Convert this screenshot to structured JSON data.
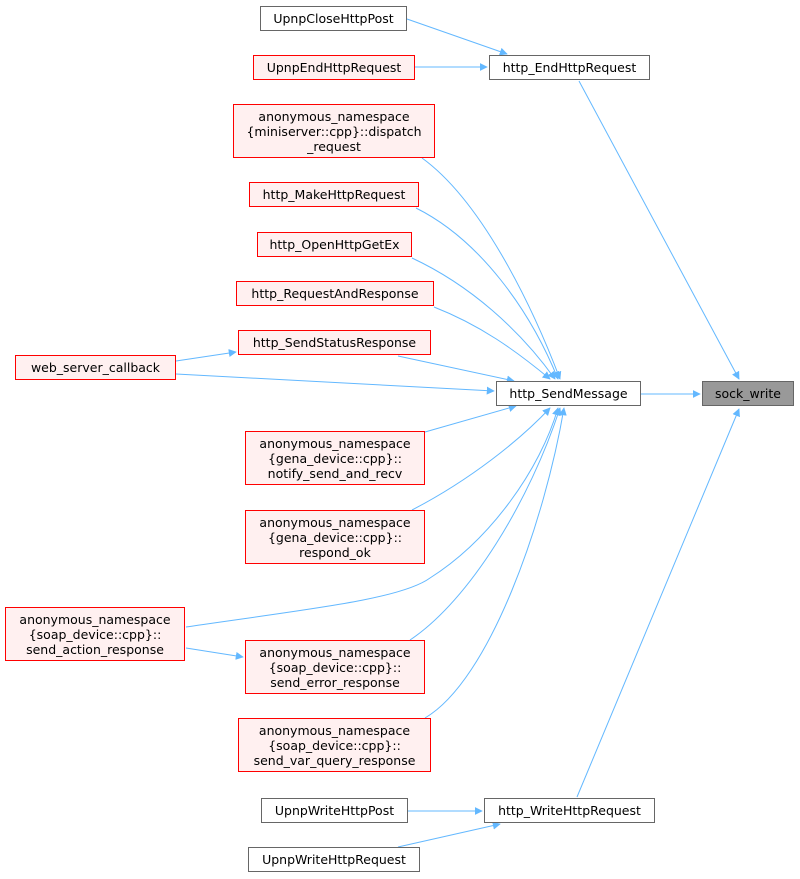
{
  "colors": {
    "edge": "#63b8ff",
    "red_border": "#ff0000",
    "red_fill": "#fff0f0",
    "root_fill": "#999999",
    "gray_border": "#666666"
  },
  "nodes": {
    "sock_write": {
      "lines": [
        "sock_write"
      ]
    },
    "http_EndHttpRequest": {
      "lines": [
        "http_EndHttpRequest"
      ]
    },
    "http_SendMessage": {
      "lines": [
        "http_SendMessage"
      ]
    },
    "http_WriteHttpRequest": {
      "lines": [
        "http_WriteHttpRequest"
      ]
    },
    "UpnpCloseHttpPost": {
      "lines": [
        "UpnpCloseHttpPost"
      ]
    },
    "UpnpEndHttpRequest": {
      "lines": [
        "UpnpEndHttpRequest"
      ]
    },
    "dispatch_request": {
      "lines": [
        "anonymous_namespace",
        "{miniserver::cpp}::dispatch",
        "_request"
      ]
    },
    "http_MakeHttpRequest": {
      "lines": [
        "http_MakeHttpRequest"
      ]
    },
    "http_OpenHttpGetEx": {
      "lines": [
        "http_OpenHttpGetEx"
      ]
    },
    "http_RequestAndResponse": {
      "lines": [
        "http_RequestAndResponse"
      ]
    },
    "http_SendStatusResponse": {
      "lines": [
        "http_SendStatusResponse"
      ]
    },
    "web_server_callback": {
      "lines": [
        "web_server_callback"
      ]
    },
    "notify_send_and_recv": {
      "lines": [
        "anonymous_namespace",
        "{gena_device::cpp}::",
        "notify_send_and_recv"
      ]
    },
    "respond_ok": {
      "lines": [
        "anonymous_namespace",
        "{gena_device::cpp}::",
        "respond_ok"
      ]
    },
    "send_action_response": {
      "lines": [
        "anonymous_namespace",
        "{soap_device::cpp}::",
        "send_action_response"
      ]
    },
    "send_error_response": {
      "lines": [
        "anonymous_namespace",
        "{soap_device::cpp}::",
        "send_error_response"
      ]
    },
    "send_var_query_response": {
      "lines": [
        "anonymous_namespace",
        "{soap_device::cpp}::",
        "send_var_query_response"
      ]
    },
    "UpnpWriteHttpPost": {
      "lines": [
        "UpnpWriteHttpPost"
      ]
    },
    "UpnpWriteHttpRequest": {
      "lines": [
        "UpnpWriteHttpRequest"
      ]
    }
  }
}
